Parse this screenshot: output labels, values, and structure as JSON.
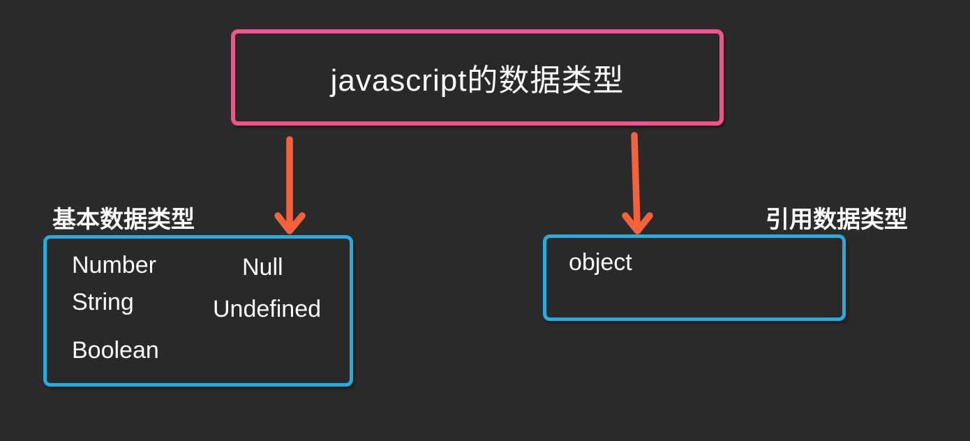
{
  "colors": {
    "background": "#2b2b2b",
    "titleBorder": "#f0548c",
    "boxBorder": "#29abdd",
    "arrow": "#f4623c",
    "text": "#fdfdfd"
  },
  "title": {
    "text": "javascript的数据类型"
  },
  "primitive": {
    "label": "基本数据类型",
    "items": [
      "Number",
      "Null",
      "String",
      "Undefined",
      "Boolean"
    ]
  },
  "reference": {
    "label": "引用数据类型",
    "items": [
      "object"
    ]
  }
}
